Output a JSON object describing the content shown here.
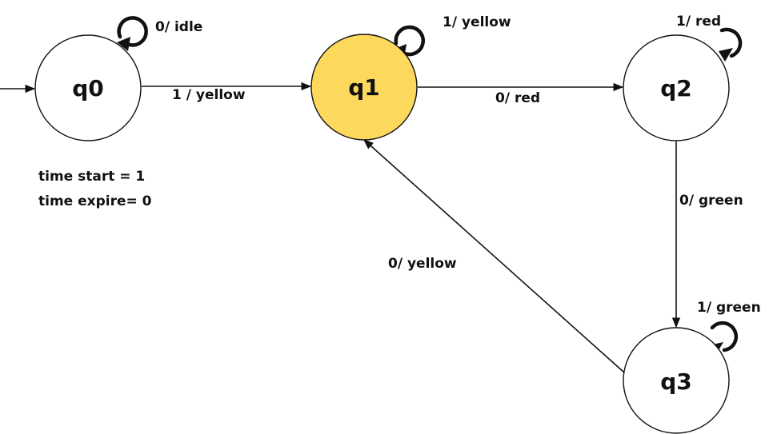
{
  "colors": {
    "active_state": "#fcd95c",
    "state_fill": "#ffffff",
    "stroke": "#111111"
  },
  "states": [
    {
      "id": "q0",
      "label": "q0",
      "active": false
    },
    {
      "id": "q1",
      "label": "q1",
      "active": true
    },
    {
      "id": "q2",
      "label": "q2",
      "active": false
    },
    {
      "id": "q3",
      "label": "q3",
      "active": false
    }
  ],
  "transitions": [
    {
      "from": "start",
      "to": "q0",
      "label": ""
    },
    {
      "from": "q0",
      "to": "q0",
      "label": "0/ idle"
    },
    {
      "from": "q0",
      "to": "q1",
      "label": "1 / yellow"
    },
    {
      "from": "q1",
      "to": "q1",
      "label": "1/ yellow"
    },
    {
      "from": "q1",
      "to": "q2",
      "label": "0/ red"
    },
    {
      "from": "q2",
      "to": "q2",
      "label": "1/ red"
    },
    {
      "from": "q2",
      "to": "q3",
      "label": "0/ green"
    },
    {
      "from": "q3",
      "to": "q3",
      "label": "1/ green"
    },
    {
      "from": "q3",
      "to": "q1",
      "label": "0/ yellow"
    }
  ],
  "notes": [
    "time start = 1",
    "time expire= 0"
  ]
}
